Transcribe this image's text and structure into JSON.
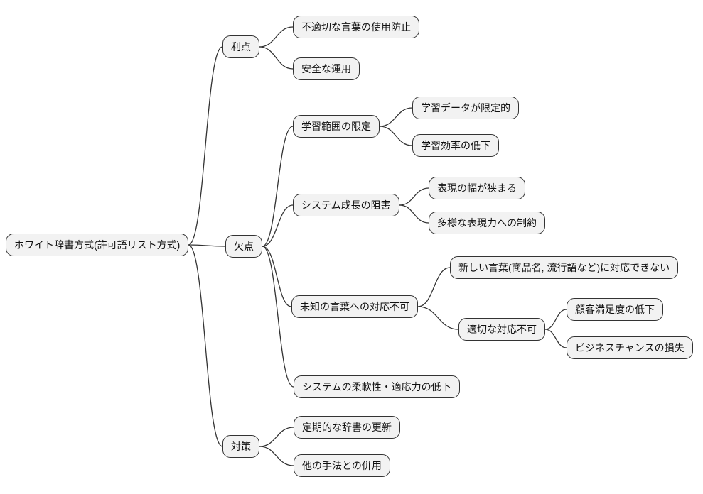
{
  "diagram": {
    "type": "mindmap",
    "colors": {
      "background": "#ffffff",
      "node_fill": "#f2f2f2",
      "node_border": "#333333",
      "edge": "#333333",
      "text": "#111111"
    },
    "nodes": {
      "root": {
        "label": "ホワイト辞書方式(許可語リスト方式)"
      },
      "riten": {
        "label": "利点"
      },
      "fusetsu": {
        "label": "不適切な言葉の使用防止"
      },
      "anzen": {
        "label": "安全な運用"
      },
      "ketten": {
        "label": "欠点"
      },
      "gakushu_hani": {
        "label": "学習範囲の限定"
      },
      "data_gentei": {
        "label": "学習データが限定的"
      },
      "koritsu_teika": {
        "label": "学習効率の低下"
      },
      "seicho_sogai": {
        "label": "システム成長の阻害"
      },
      "hyogen_haba": {
        "label": "表現の幅が狭まる"
      },
      "tayo_seiyaku": {
        "label": "多様な表現力への制約"
      },
      "michi_taio": {
        "label": "未知の言葉への対応不可"
      },
      "atarashii": {
        "label": "新しい言葉(商品名, 流行語など)に対応できない"
      },
      "tekisetsu_fuka": {
        "label": "適切な対応不可"
      },
      "kokyaku": {
        "label": "顧客満足度の低下"
      },
      "business": {
        "label": "ビジネスチャンスの損失"
      },
      "junan_teika": {
        "label": "システムの柔軟性・適応力の低下"
      },
      "taisaku": {
        "label": "対策"
      },
      "teiki_koshin": {
        "label": "定期的な辞書の更新"
      },
      "hoka_heiyo": {
        "label": "他の手法との併用"
      }
    },
    "edges": [
      [
        "root",
        "riten"
      ],
      [
        "root",
        "ketten"
      ],
      [
        "root",
        "taisaku"
      ],
      [
        "riten",
        "fusetsu"
      ],
      [
        "riten",
        "anzen"
      ],
      [
        "ketten",
        "gakushu_hani"
      ],
      [
        "ketten",
        "seicho_sogai"
      ],
      [
        "ketten",
        "michi_taio"
      ],
      [
        "ketten",
        "junan_teika"
      ],
      [
        "gakushu_hani",
        "data_gentei"
      ],
      [
        "gakushu_hani",
        "koritsu_teika"
      ],
      [
        "seicho_sogai",
        "hyogen_haba"
      ],
      [
        "seicho_sogai",
        "tayo_seiyaku"
      ],
      [
        "michi_taio",
        "atarashii"
      ],
      [
        "michi_taio",
        "tekisetsu_fuka"
      ],
      [
        "tekisetsu_fuka",
        "kokyaku"
      ],
      [
        "tekisetsu_fuka",
        "business"
      ],
      [
        "taisaku",
        "teiki_koshin"
      ],
      [
        "taisaku",
        "hoka_heiyo"
      ]
    ]
  }
}
